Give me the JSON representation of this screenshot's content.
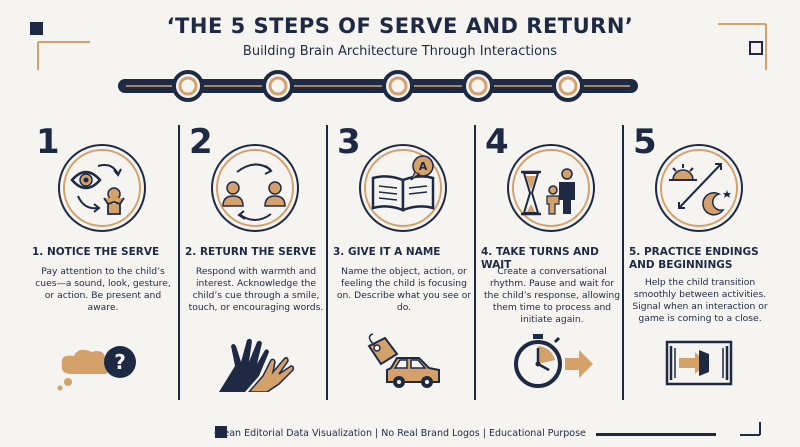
{
  "title": "‘THE 5 STEPS OF SERVE AND RETURN’",
  "subtitle": "Building Brain Architecture Through Interactions",
  "steps": [
    {
      "number": "1",
      "heading": "1. NOTICE THE SERVE",
      "description": "Pay attention to the child’s cues—a sound, look, gesture, or action. Be present and aware."
    },
    {
      "number": "2",
      "heading": "2. RETURN THE SERVE",
      "description": "Respond with warmth and interest. Acknowledge the child’s cue through a smile, touch, or encouraging words."
    },
    {
      "number": "3",
      "heading": "3. GIVE IT A NAME",
      "description": "Name the object, action, or feeling the child is focusing on. Describe what you see or do.",
      "icon_letter": "A"
    },
    {
      "number": "4",
      "heading": "4. TAKE TURNS AND WAIT",
      "description": "Create a conversational rhythm. Pause and wait for the child’s response, allowing them time to process and initiate again."
    },
    {
      "number": "5",
      "heading": "5. PRACTICE ENDINGS AND BEGINNINGS",
      "description": "Help the child transition smoothly between activities. Signal when an interaction or game is coming to a close."
    }
  ],
  "footer": "Clean Editorial Data Visualization | No Real Brand Logos | Educational Purpose",
  "colors": {
    "navy": "#1e2a44",
    "tan": "#d4a16a",
    "background": "#f5f4f1"
  }
}
